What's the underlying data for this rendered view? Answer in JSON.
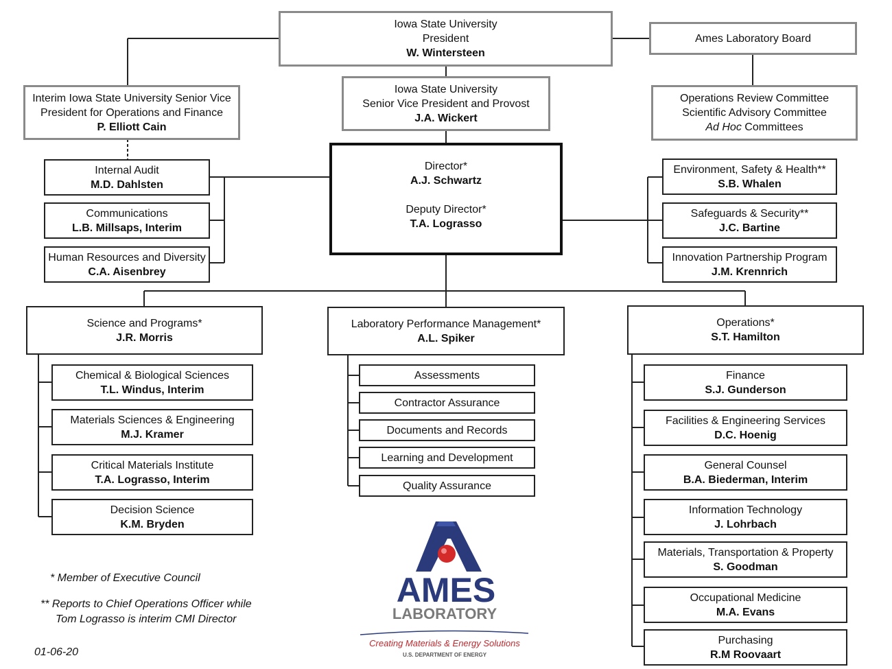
{
  "president": {
    "line1": "Iowa State University",
    "line2": "President",
    "name": "W. Wintersteen"
  },
  "board": {
    "label": "Ames Laboratory Board"
  },
  "svp_ops": {
    "line1": "Interim Iowa State University Senior Vice",
    "line2": "President for Operations and Finance",
    "name": "P. Elliott Cain"
  },
  "provost": {
    "line1": "Iowa State University",
    "line2": "Senior Vice President and Provost",
    "name": "J.A. Wickert"
  },
  "committees": {
    "line1": "Operations Review Committee",
    "line2": "Scientific Advisory Committee",
    "line3_italic": "Ad Hoc",
    "line3_rest": " Committees"
  },
  "director": {
    "title": "Director*",
    "name": "A.J. Schwartz",
    "deputy_title": "Deputy Director*",
    "deputy_name": "T.A. Lograsso"
  },
  "left_staff": [
    {
      "title": "Internal Audit",
      "name": "M.D. Dahlsten"
    },
    {
      "title": "Communications",
      "name": "L.B. Millsaps, Interim"
    },
    {
      "title": "Human Resources and Diversity",
      "name": "C.A. Aisenbrey"
    }
  ],
  "right_staff": [
    {
      "title": "Environment, Safety & Health**",
      "name": "S.B. Whalen"
    },
    {
      "title": "Safeguards & Security**",
      "name": "J.C. Bartine"
    },
    {
      "title": "Innovation Partnership Program",
      "name": "J.M. Krennrich"
    }
  ],
  "science": {
    "title": "Science and Programs*",
    "name": "J.R. Morris",
    "units": [
      {
        "title": "Chemical & Biological Sciences",
        "name": "T.L. Windus, Interim"
      },
      {
        "title": "Materials Sciences & Engineering",
        "name": "M.J. Kramer"
      },
      {
        "title": "Critical Materials Institute",
        "name": "T.A. Lograsso, Interim"
      },
      {
        "title": "Decision Science",
        "name": "K.M. Bryden"
      }
    ]
  },
  "lpm": {
    "title": "Laboratory Performance Management*",
    "name": "A.L. Spiker",
    "units": [
      "Assessments",
      "Contractor Assurance",
      "Documents and Records",
      "Learning and Development",
      "Quality Assurance"
    ]
  },
  "operations": {
    "title": "Operations*",
    "name": "S.T. Hamilton",
    "units": [
      {
        "title": "Finance",
        "name": "S.J. Gunderson"
      },
      {
        "title": "Facilities & Engineering Services",
        "name": "D.C. Hoenig"
      },
      {
        "title": "General Counsel",
        "name": "B.A. Biederman, Interim"
      },
      {
        "title": "Information Technology",
        "name": "J. Lohrbach"
      },
      {
        "title": "Materials, Transportation & Property",
        "name": "S. Goodman"
      },
      {
        "title": "Occupational Medicine",
        "name": "M.A. Evans"
      },
      {
        "title": "Purchasing",
        "name": "R.M Roovaart"
      }
    ]
  },
  "notes": {
    "single": "* Member of Executive Council",
    "double_line1": "** Reports to Chief Operations Officer while",
    "double_line2": "Tom Lograsso is interim CMI Director",
    "date": "01-06-20"
  },
  "logo": {
    "wordmark": "AMES",
    "sub": "LABORATORY",
    "tagline": "Creating Materials & Energy Solutions",
    "doe": "U.S. DEPARTMENT OF ENERGY"
  },
  "colors": {
    "logo_blue": "#2b3a7a",
    "logo_red": "#d42a2a",
    "logo_gray": "#7a7a7a",
    "tagline_red": "#c0282d"
  }
}
